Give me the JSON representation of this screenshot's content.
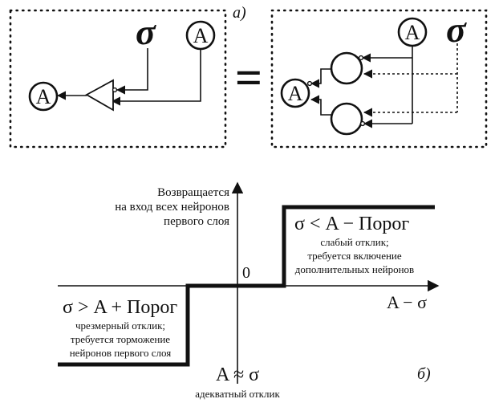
{
  "panel_a": {
    "label": "а)",
    "left_scheme": {
      "output_label": "A",
      "sigma": "σ",
      "input_a": "A"
    },
    "equals": "=",
    "right_scheme": {
      "output_label": "A",
      "input_a": "A",
      "sigma": "σ"
    }
  },
  "panel_b": {
    "label": "б)",
    "zero": "0",
    "x_axis_label": "A − σ",
    "y_axis_label": [
      "Возвращается",
      "на вход всех нейронов",
      "первого слоя"
    ],
    "region_right": {
      "condition": "σ < A − Порог",
      "note": [
        "слабый отклик;",
        "требуется включение",
        "дополнительных нейронов"
      ]
    },
    "region_left": {
      "condition": "σ > A + Порог",
      "note": [
        "чрезмерный отклик;",
        "требуется торможение",
        "нейронов первого слоя"
      ]
    },
    "region_center": {
      "condition": "A ≈ σ",
      "note": "адекватный отклик"
    }
  }
}
